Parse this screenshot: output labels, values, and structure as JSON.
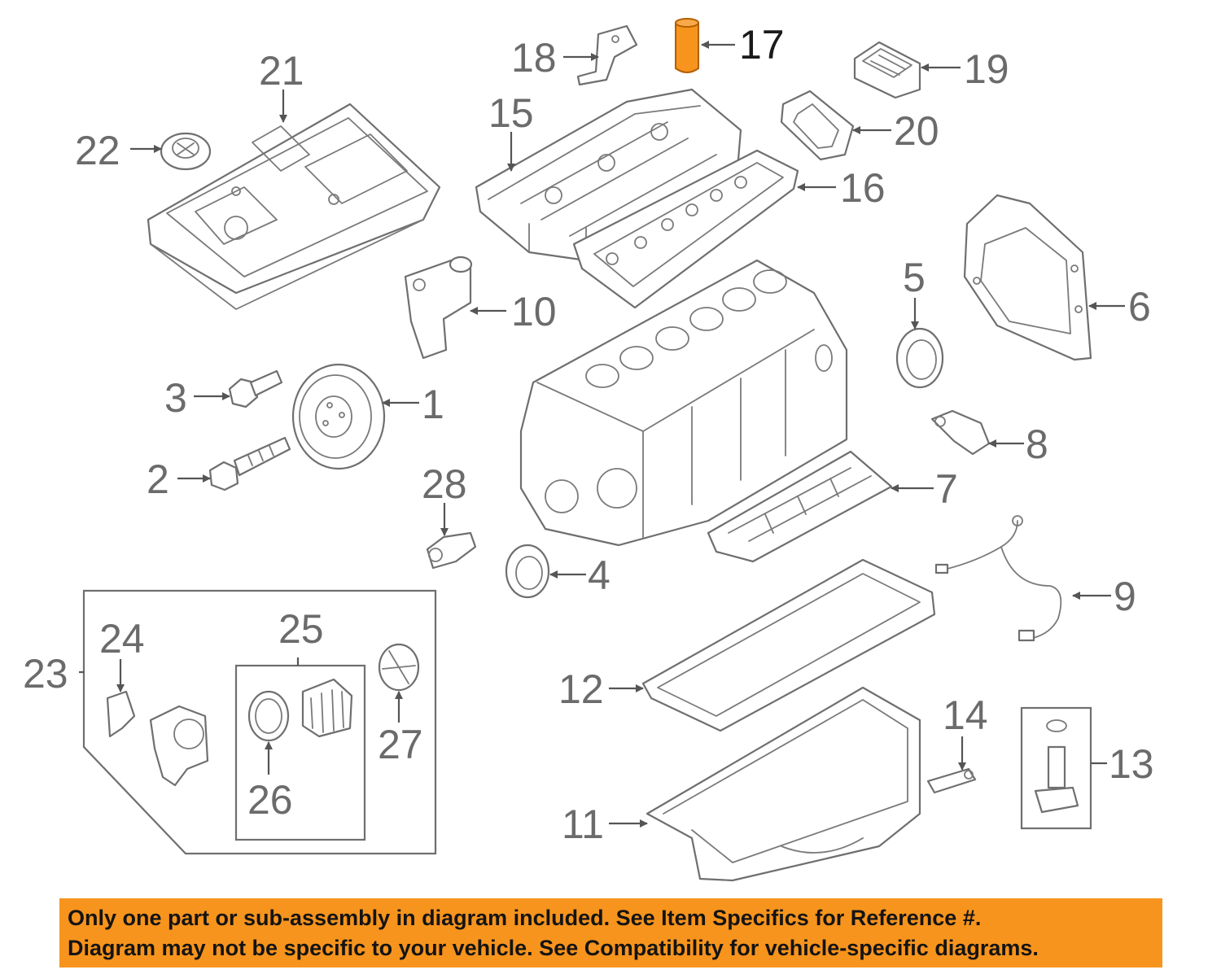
{
  "diagram": {
    "callouts": [
      {
        "num": "1"
      },
      {
        "num": "2"
      },
      {
        "num": "3"
      },
      {
        "num": "4"
      },
      {
        "num": "5"
      },
      {
        "num": "6"
      },
      {
        "num": "7"
      },
      {
        "num": "8"
      },
      {
        "num": "9"
      },
      {
        "num": "10"
      },
      {
        "num": "11"
      },
      {
        "num": "12"
      },
      {
        "num": "13"
      },
      {
        "num": "14"
      },
      {
        "num": "15"
      },
      {
        "num": "16"
      },
      {
        "num": "17"
      },
      {
        "num": "18"
      },
      {
        "num": "19"
      },
      {
        "num": "20"
      },
      {
        "num": "21"
      },
      {
        "num": "22"
      },
      {
        "num": "23"
      },
      {
        "num": "24"
      },
      {
        "num": "25"
      },
      {
        "num": "26"
      },
      {
        "num": "27"
      },
      {
        "num": "28"
      }
    ],
    "highlighted_part": "17",
    "colors": {
      "highlight": "#f7941d",
      "line_art": "#6f6f6f",
      "banner_bg": "#f7941d"
    }
  },
  "banner": {
    "line1": "Only one part or sub-assembly in diagram included. See Item Specifics for Reference #.",
    "line2": "Diagram may not be specific to your vehicle. See Compatibility for vehicle-specific diagrams."
  }
}
